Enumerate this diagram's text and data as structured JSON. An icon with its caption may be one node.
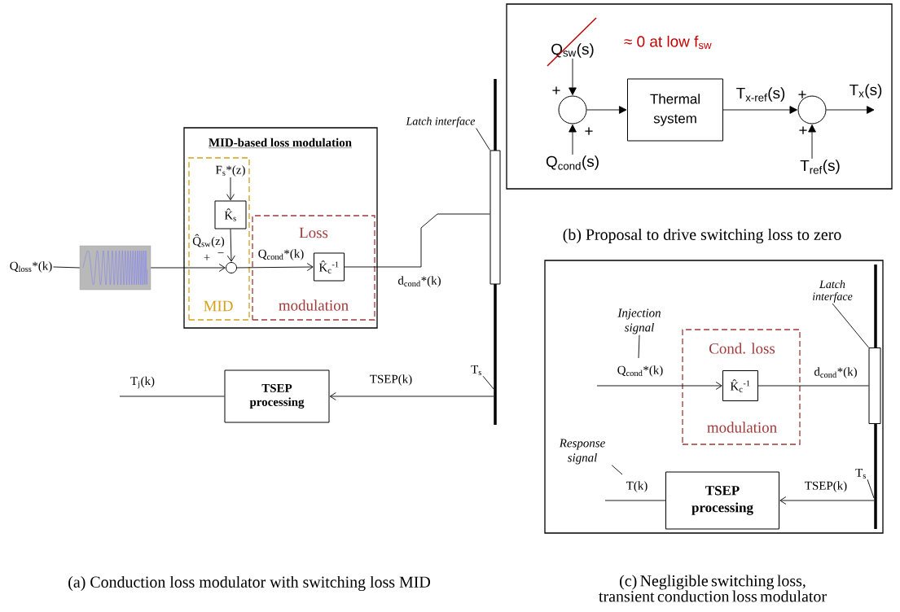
{
  "diagram": {
    "nodes": [
      {
        "text": [
          "MID-based loss modulation"
        ]
      },
      {
        "text": [
          "MID"
        ],
        "in": 0
      },
      {
        "text": [
          "F$_{s}$*(z)"
        ],
        "in": 1
      },
      {
        "text": [
          "K̂$_{s}$"
        ],
        "in": 1
      },
      {
        "text": [],
        "shape": "circle",
        "in": 1
      },
      {
        "text": [
          "Loss",
          "modulation"
        ],
        "in": 0
      },
      {
        "text": [
          "K̂$_{c}$$^{-1}$"
        ],
        "in": 5
      },
      {
        "text": [
          "Q$_{loss}$*(k)"
        ]
      },
      {
        "text": [],
        "shape": "picture"
      },
      {
        "text": [
          "Latch interface"
        ]
      },
      {
        "text": [],
        "shape": "bar"
      },
      {
        "text": [],
        "shape": "bar"
      },
      {
        "text": [
          "T$_{s}$"
        ]
      },
      {
        "text": [
          "TSEP processing"
        ]
      },
      {
        "text": [],
        "shape": "box"
      },
      {
        "text": [
          "Q$_{sw}$(s)"
        ],
        "in": 14
      },
      {
        "text": [],
        "shape": "circle",
        "in": 14
      },
      {
        "text": [
          "Q$_{cond}$(s)"
        ],
        "in": 14
      },
      {
        "text": [
          "Thermal system"
        ],
        "in": 14
      },
      {
        "text": [],
        "shape": "circle",
        "in": 14
      },
      {
        "text": [
          "T$_{ref}$(s)"
        ],
        "in": 14
      },
      {
        "text": [],
        "shape": "box"
      },
      {
        "text": [
          "Latch interface"
        ],
        "in": 21
      },
      {
        "text": [
          "Injection signal"
        ],
        "in": 21
      },
      {
        "text": [
          "Cond. loss",
          "modulation"
        ],
        "in": 21
      },
      {
        "text": [
          "K̂$_{c}$$^{-1}$"
        ],
        "in": 24
      },
      {
        "text": [],
        "shape": "bar",
        "in": 21
      },
      {
        "text": [],
        "shape": "bar",
        "in": 21
      },
      {
        "text": [
          "Response signal"
        ],
        "in": 21
      },
      {
        "text": [
          "TSEP processing"
        ],
        "in": 21
      },
      {
        "text": [
          "T$_{s}$"
        ],
        "in": 21
      }
    ],
    "edges": [
      {
        "from": 7,
        "to": 8,
        "arrow": "none"
      },
      {
        "from": 8,
        "to": 4,
        "arrow": "to"
      },
      {
        "from": 2,
        "to": 3,
        "arrow": "to"
      },
      {
        "from": 3,
        "to": 4,
        "arrow": "to",
        "label": "Q̂$_{sw}$(z)"
      },
      {
        "from": 4,
        "to": 6,
        "arrow": "to",
        "label": "Q$_{cond}$*(k)"
      },
      {
        "from": 6,
        "to": 10,
        "arrow": "none",
        "label": "d$_{cond}$*(k)"
      },
      {
        "from": 9,
        "to": 10,
        "arrow": "none"
      },
      {
        "from": 12,
        "to": 11,
        "arrow": "none"
      },
      {
        "from": 11,
        "to": 13,
        "arrow": "to",
        "label": "TSEP(k)"
      },
      {
        "from": 13,
        "to": null,
        "arrow": "none",
        "label": "T$_{j}$(k)"
      },
      {
        "from": 15,
        "to": 16,
        "arrow": "to"
      },
      {
        "from": 17,
        "to": 16,
        "arrow": "to"
      },
      {
        "from": 16,
        "to": 18,
        "arrow": "to"
      },
      {
        "from": 18,
        "to": 19,
        "arrow": "to",
        "label": "T$_{x-ref}$(s)"
      },
      {
        "from": 20,
        "to": 19,
        "arrow": "to"
      },
      {
        "from": 19,
        "to": null,
        "arrow": "to",
        "label": "T$_{x}$(s)"
      },
      {
        "from": 23,
        "to": null,
        "arrow": "none"
      },
      {
        "from": null,
        "to": 25,
        "arrow": "to",
        "label": "Q$_{cond}$*(k)"
      },
      {
        "from": 25,
        "to": 26,
        "arrow": "none",
        "label": "d$_{cond}$*(k)"
      },
      {
        "from": 22,
        "to": 26,
        "arrow": "none"
      },
      {
        "from": 30,
        "to": 27,
        "arrow": "none"
      },
      {
        "from": 27,
        "to": 29,
        "arrow": "to",
        "label": "TSEP(k)"
      },
      {
        "from": 29,
        "to": null,
        "arrow": "none",
        "label": "T(k)"
      },
      {
        "from": 28,
        "to": null,
        "arrow": "none"
      }
    ],
    "labels": [
      "+",
      "−",
      "≈ 0 at low f$_{sw}$",
      "+",
      "+",
      "+",
      "+",
      "(b) Proposal to drive switching loss to zero",
      "(a) Conduction loss modulator with switching loss MID",
      "(c) Negligible switching loss, transient conduction loss modulator"
    ]
  }
}
